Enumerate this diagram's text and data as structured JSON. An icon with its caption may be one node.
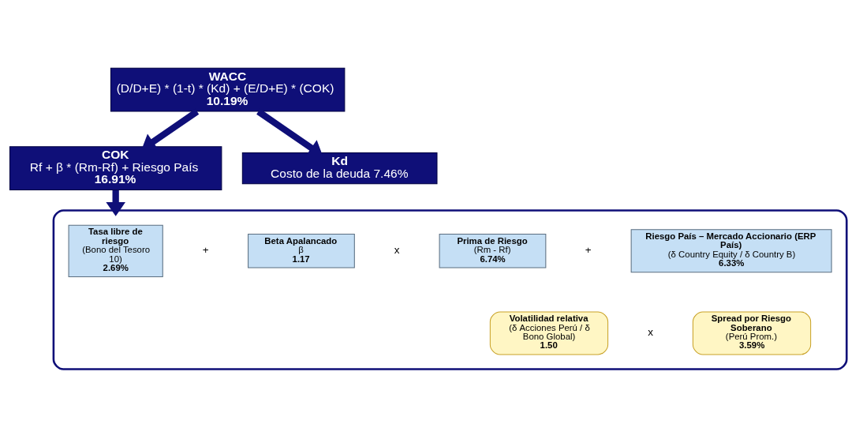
{
  "diagram": {
    "nodes": [
      {
        "text": [
          "WACC",
          "(D/D+E) * (1-t) * (Kd) + (E/D+E) * (COK)",
          "10.19%"
        ]
      },
      {
        "text": [
          "COK",
          "Rf + β * (Rm-Rf) + Riesgo País",
          "16.91%"
        ]
      },
      {
        "text": [
          "Kd",
          "Costo de la deuda 7.46%"
        ]
      },
      {
        "text": [],
        "shape": "box"
      },
      {
        "text": [
          "Tasa libre de riesgo",
          "(Bono del Tesoro 10)",
          "2.69%"
        ],
        "in": 3
      },
      {
        "text": [
          "Beta Apalancado",
          "β",
          "1.17"
        ],
        "in": 3
      },
      {
        "text": [
          "Prima de Riesgo",
          "(Rm - Rf)",
          "6.74%"
        ],
        "in": 3
      },
      {
        "text": [
          "Riesgo País – Mercado Accionario (ERP País)",
          "(δ Country Equity / δ Country B)",
          "6.33%"
        ],
        "in": 3
      },
      {
        "text": [
          "Volatilidad relativa",
          "(δ Acciones Perú / δ Bono Global)",
          "1.50"
        ],
        "in": 3
      },
      {
        "text": [
          "Spread por Riesgo Soberano",
          "(Perú Prom.)",
          "3.59%"
        ],
        "in": 3
      }
    ],
    "edges": [
      {
        "from": 0,
        "to": 1,
        "arrow": "to"
      },
      {
        "from": 0,
        "to": 2,
        "arrow": "to"
      },
      {
        "from": 1,
        "to": 3,
        "arrow": "to"
      }
    ],
    "labels": [
      "+",
      "x",
      "+",
      "x"
    ]
  }
}
